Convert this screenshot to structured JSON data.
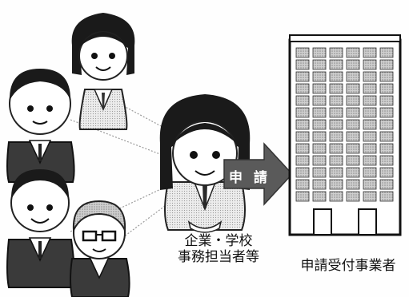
{
  "diagram": {
    "admin_caption_line1": "企業・学校",
    "admin_caption_line2": "事務担当者等",
    "arrow_label": "申 請",
    "company_caption": "申請受付事業者"
  },
  "colors": {
    "ink": "#111111",
    "hair": "#1a1a1a",
    "suit": "#3a3a3a",
    "arrow": "#5a5a5a",
    "paper": "#ffffff"
  },
  "icons": [
    "person-staff-icon",
    "person-admin-icon",
    "office-building-icon",
    "arrow-right-icon"
  ]
}
